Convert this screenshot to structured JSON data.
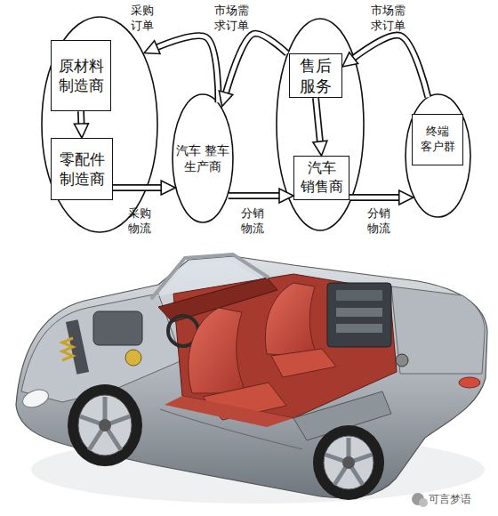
{
  "diagram": {
    "nodes": [
      {
        "text": []
      },
      {
        "text": [
          "原材料 制造商"
        ],
        "in": 0
      },
      {
        "text": [
          "零配件 制造商"
        ],
        "in": 0
      },
      {
        "text": [
          "汽车 整车 生产商"
        ]
      },
      {
        "text": []
      },
      {
        "text": [
          "售后 服务"
        ],
        "in": 4
      },
      {
        "text": [
          "汽车 销售商"
        ],
        "in": 4
      },
      {
        "text": []
      },
      {
        "text": [
          "终端 客户群"
        ],
        "in": 7
      }
    ],
    "edges": [
      {
        "from": 3,
        "to": 0,
        "label": "采购 订单",
        "arrow": "to"
      },
      {
        "from": 4,
        "to": 3,
        "label": "市场需 求订单",
        "arrow": "to"
      },
      {
        "from": 7,
        "to": 5,
        "label": "市场需 求订单",
        "arrow": "to"
      },
      {
        "from": 1,
        "to": 2,
        "arrow": "to"
      },
      {
        "from": 5,
        "to": 6,
        "arrow": "to"
      },
      {
        "from": 2,
        "to": 3,
        "label": "采购 物流",
        "arrow": "to"
      },
      {
        "from": 3,
        "to": 6,
        "label": "分销 物流",
        "arrow": "to"
      },
      {
        "from": 6,
        "to": 7,
        "label": "分销 物流",
        "arrow": "to"
      }
    ],
    "labels": [
      "可言梦语"
    ]
  }
}
